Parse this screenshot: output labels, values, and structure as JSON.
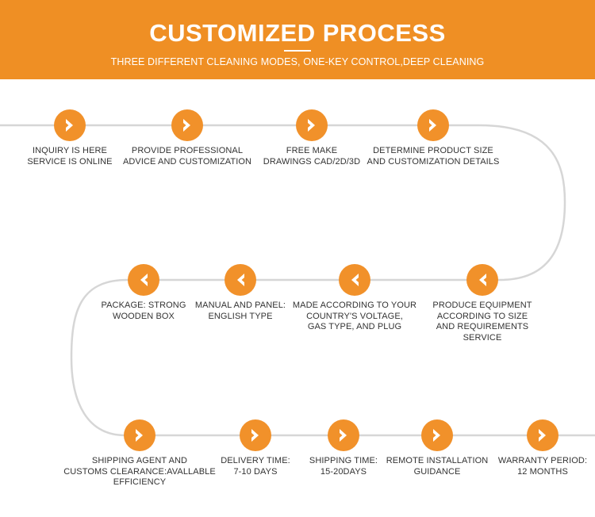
{
  "banner": {
    "title": "CUSTOMIZED PROCESS",
    "subtitle": "THREE DIFFERENT CLEANING MODES, ONE-KEY CONTROL,DEEP CLEANING",
    "background_color": "#ef8f24",
    "text_color": "#ffffff"
  },
  "theme": {
    "accent_color": "#f1912a",
    "line_color": "#d6d6d6",
    "label_color": "#333333",
    "page_background": "#ffffff"
  },
  "flow": {
    "rows": [
      {
        "id": "row-1",
        "direction": "right",
        "arrow_icon": "chevron-right-icon",
        "steps": [
          {
            "id": "step-1",
            "label": "INQUIRY IS HERE\nSERVICE IS ONLINE"
          },
          {
            "id": "step-2",
            "label": "PROVIDE PROFESSIONAL\nADVICE AND CUSTOMIZATION"
          },
          {
            "id": "step-3",
            "label": "FREE MAKE\nDRAWINGS CAD/2D/3D"
          },
          {
            "id": "step-4",
            "label": "DETERMINE PRODUCT SIZE\nAND CUSTOMIZATION DETAILS"
          }
        ]
      },
      {
        "id": "row-2",
        "direction": "left",
        "arrow_icon": "chevron-left-icon",
        "steps": [
          {
            "id": "step-5",
            "label": "PACKAGE: STRONG\nWOODEN BOX"
          },
          {
            "id": "step-6",
            "label": "MANUAL AND PANEL:\nENGLISH TYPE"
          },
          {
            "id": "step-7",
            "label": "MADE ACCORDING TO YOUR\nCOUNTRY'S VOLTAGE,\nGAS TYPE, AND PLUG"
          },
          {
            "id": "step-8",
            "label": "PRODUCE EQUIPMENT\nACCORDING TO SIZE\nAND REQUIREMENTS\nSERVICE"
          }
        ]
      },
      {
        "id": "row-3",
        "direction": "right",
        "arrow_icon": "chevron-right-icon",
        "steps": [
          {
            "id": "step-9",
            "label": "SHIPPING AGENT AND\nCUSTOMS CLEARANCE:AVALLABLE\nEFFICIENCY"
          },
          {
            "id": "step-10",
            "label": "DELIVERY TIME:\n7-10 DAYS"
          },
          {
            "id": "step-11",
            "label": "SHIPPING TIME:\n15-20DAYS"
          },
          {
            "id": "step-12",
            "label": "REMOTE INSTALLATION\nGUIDANCE"
          },
          {
            "id": "step-13",
            "label": "WARRANTY PERIOD:\n12 MONTHS"
          }
        ]
      }
    ]
  },
  "layout": {
    "row_y": [
      58,
      253,
      449
    ],
    "row1_x": [
      88,
      236,
      393,
      546
    ],
    "row2_x": [
      181,
      303,
      447,
      608
    ],
    "row3_x": [
      176,
      322,
      433,
      551,
      684
    ],
    "row1_label_w": [
      150,
      190,
      150,
      190
    ],
    "row2_label_w": [
      150,
      150,
      180,
      160
    ],
    "row3_label_w": [
      210,
      130,
      130,
      150,
      140
    ]
  }
}
